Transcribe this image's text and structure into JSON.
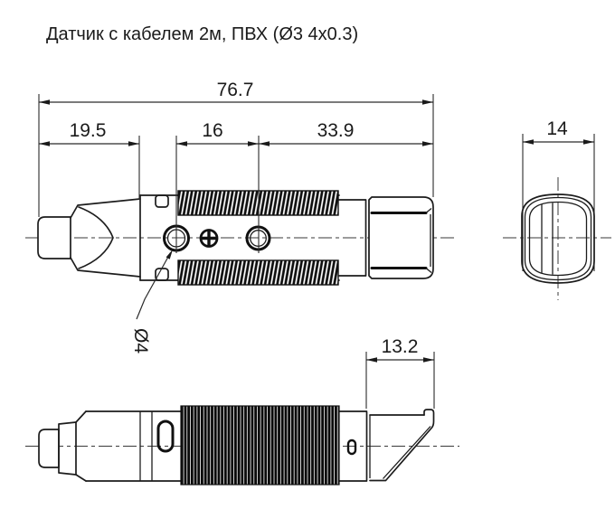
{
  "title": "Датчик с кабелем 2м, ПВХ (Ø3 4x0.3)",
  "drawing": {
    "type": "technical-drawing",
    "ink_color": "#1a1a1a",
    "background_color": "#ffffff",
    "dimensions": {
      "overall_length": "76.7",
      "nose_length": "19.5",
      "hole_spacing": "16",
      "thread_to_end": "33.9",
      "width_across_flats": "14",
      "cable_exit_length": "13.2",
      "hole_diameter": "Ø4"
    }
  }
}
